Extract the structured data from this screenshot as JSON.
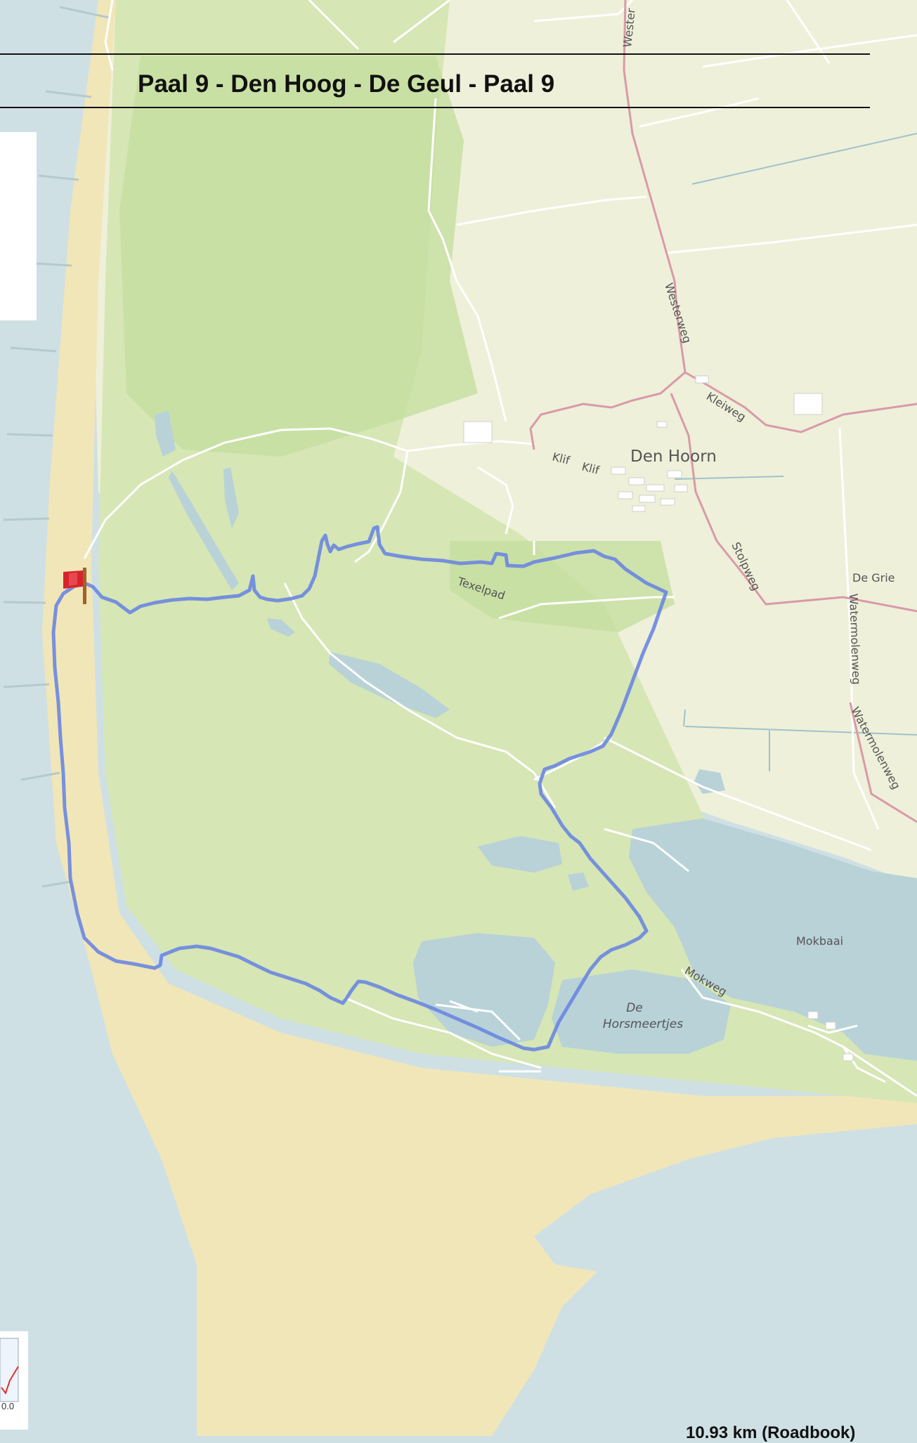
{
  "title": "Paal 9 - Den Hoog - De Geul - Paal 9",
  "distance_text": "10.93 km (Roadbook)",
  "mini_chart": {
    "axis_value": "0.0"
  },
  "map": {
    "colors": {
      "sea": "#cfe0e4",
      "farmland": "#eef0d9",
      "dunes": "#d6e6b5",
      "forest": "#c6dea0",
      "beach": "#f1e6b8",
      "water": "#b8d2d8",
      "route": "#6a86e0",
      "road": "#ffffff",
      "main_road": "#d99aa8"
    },
    "labels": {
      "village": "Den Hoorn",
      "lake": [
        "De",
        "Horsmeertjes"
      ],
      "bay": "Mokbaai",
      "place": "De Grie",
      "roads": {
        "wester_top": "Wester",
        "westerweg": "Westerweg",
        "kleiweg": "Kleiweg",
        "klif1": "Klif",
        "klif2": "Klif",
        "stolpweg": "Stolpweg",
        "texelpad": "Texelpad",
        "watermolenweg1": "Watermolenweg",
        "watermolenweg2": "Watermolenweg",
        "mokweg": "Mokweg"
      }
    },
    "marker": "start-flag-icon"
  }
}
